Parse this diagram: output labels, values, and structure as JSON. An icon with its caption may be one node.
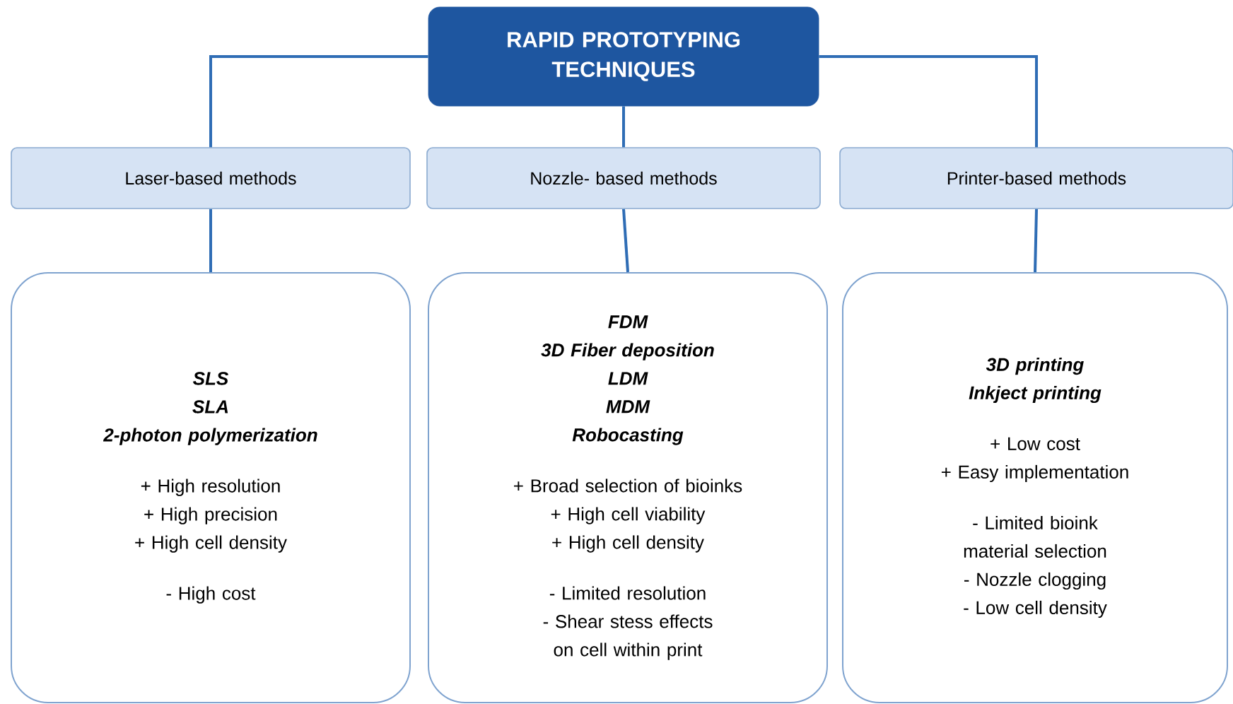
{
  "diagram": {
    "nodes": [
      {
        "text": [
          "RAPID PROTOTYPING TECHNIQUES"
        ]
      },
      {
        "text": [
          "Laser-based methods"
        ]
      },
      {
        "text": [
          "Nozzle- based methods"
        ]
      },
      {
        "text": [
          "Printer-based methods"
        ]
      },
      {
        "text": [
          "SLS",
          "SLA",
          "2-photon polymerization",
          "+ High resolution",
          "+ High precision",
          "+ High cell density",
          "- High cost"
        ]
      },
      {
        "text": [
          "FDM",
          "3D Fiber deposition",
          "LDM",
          "MDM",
          "Robocasting",
          "+ Broad selection of bioinks",
          "+ High cell viability",
          "+ High cell density",
          "-   Limited resolution",
          "-   Shear stess effects on cell within print"
        ]
      },
      {
        "text": [
          "3D printing",
          "Inkject printing",
          "+ Low cost",
          "+ Easy implementation",
          "-   Limited bioink material selection",
          "-   Nozzle clogging",
          "-   Low cell density"
        ]
      }
    ],
    "edges": [
      {
        "from": 0,
        "to": 1,
        "arrow": "none"
      },
      {
        "from": 0,
        "to": 2,
        "arrow": "none"
      },
      {
        "from": 0,
        "to": 3,
        "arrow": "none"
      },
      {
        "from": 1,
        "to": 4,
        "arrow": "none"
      },
      {
        "from": 2,
        "to": 5,
        "arrow": "none"
      },
      {
        "from": 3,
        "to": 6,
        "arrow": "none"
      }
    ]
  }
}
